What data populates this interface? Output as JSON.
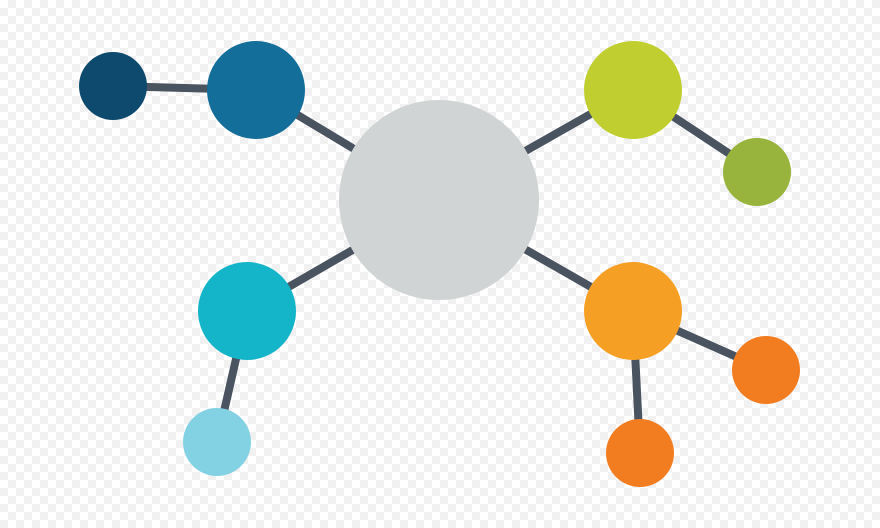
{
  "diagram": {
    "type": "network",
    "link_color": "#4a5360",
    "nodes": [
      {
        "id": "center",
        "color": "#d1d4d5"
      },
      {
        "id": "blue-main",
        "color": "#136f99"
      },
      {
        "id": "blue-dark",
        "color": "#0e4a6e"
      },
      {
        "id": "lime-main",
        "color": "#c0cf2f"
      },
      {
        "id": "green-leaf",
        "color": "#98b43d"
      },
      {
        "id": "teal-main",
        "color": "#14b5c9"
      },
      {
        "id": "teal-light",
        "color": "#82d2e3"
      },
      {
        "id": "orange-main",
        "color": "#f5a025"
      },
      {
        "id": "orange-right",
        "color": "#f27d21"
      },
      {
        "id": "orange-bottom",
        "color": "#f27d21"
      }
    ],
    "links": [
      [
        "center",
        "blue-main"
      ],
      [
        "blue-main",
        "blue-dark"
      ],
      [
        "center",
        "lime-main"
      ],
      [
        "lime-main",
        "green-leaf"
      ],
      [
        "center",
        "teal-main"
      ],
      [
        "teal-main",
        "teal-light"
      ],
      [
        "center",
        "orange-main"
      ],
      [
        "orange-main",
        "orange-right"
      ],
      [
        "orange-main",
        "orange-bottom"
      ]
    ]
  }
}
